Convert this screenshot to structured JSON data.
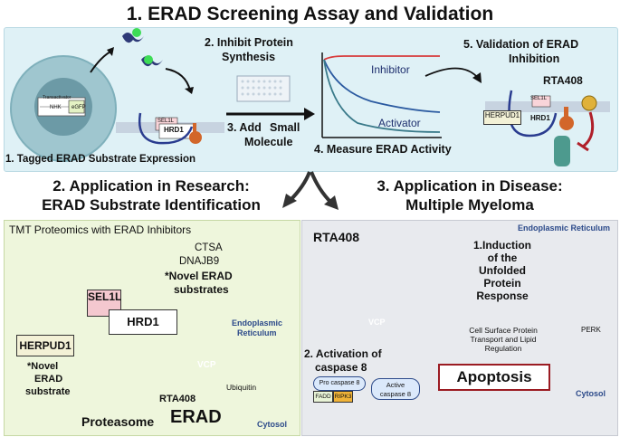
{
  "title": "1.  ERAD Screening Assay and Validation",
  "step1": {
    "label": "1. Tagged ERAD Substrate Expression",
    "transactivator": "Transactivator",
    "nhk": "NHK",
    "egfp": "eGFP",
    "sel1l": "SEL1L",
    "hrd1": "HRD1"
  },
  "step2": {
    "label_line1": "2. Inhibit Protein",
    "label_line2": "Synthesis"
  },
  "step3": {
    "label_line1": "3. Add",
    "label_line2": "Small",
    "label_line3": "Molecule"
  },
  "step4": {
    "label": "4. Measure ERAD Activity",
    "inhibitor": "Inhibitor",
    "activator": "Activator"
  },
  "step5": {
    "label_line1": "5. Validation of ERAD",
    "label_line2": "Inhibition",
    "rta": "RTA408",
    "sel1l": "SEL1L",
    "herpud1": "HERPUD1",
    "hrd1": "HRD1"
  },
  "research": {
    "heading_line1": "2. Application in Research:",
    "heading_line2": "ERAD Substrate Identification",
    "panel_title": "TMT Proteomics with ERAD Inhibitors",
    "ctsa": "CTSA",
    "dnajb9": "DNAJB9",
    "novel1_line1": "*Novel ERAD",
    "novel1_line2": "substrates",
    "sel1l": "SEL1L",
    "hrd1": "HRD1",
    "herpud1": "HERPUD1",
    "novel2_line1": "*Novel",
    "novel2_line2": "ERAD",
    "novel2_line3": "substrate",
    "er_line1": "Endoplasmic",
    "er_line2": "Reticulum",
    "vcp": "VCP",
    "ubiquitin": "Ubiquitin",
    "rta": "RTA408",
    "proteasome": "Proteasome",
    "erad": "ERAD",
    "cytosol": "Cytosol"
  },
  "disease": {
    "heading_line1": "3. Application in Disease:",
    "heading_line2": "Multiple Myeloma",
    "er": "Endoplasmic Reticulum",
    "rta": "RTA408",
    "induction_line1": "1.Induction",
    "induction_line2": "of the",
    "induction_line3": "Unfolded",
    "induction_line4": "Protein",
    "induction_line5": "Response",
    "vcp": "VCP",
    "cell_surface_line1": "Cell Surface Protein",
    "cell_surface_line2": "Transport and Lipid",
    "cell_surface_line3": "Regulation",
    "perk": "PERK",
    "activation_line1": "2. Activation of",
    "activation_line2": "caspase 8",
    "apoptosis": "Apoptosis",
    "pro_casp_line1": "Pro caspase 8",
    "fadd": "FADD",
    "ripk3": "RIPK3",
    "active_casp_line1": "Active",
    "active_casp_line2": "caspase 8",
    "cytosol": "Cytosol"
  },
  "colors": {
    "top_bg": "#dff1f6",
    "research_bg": "#eef6dc",
    "disease_bg": "#e8eaee",
    "red": "#b0202a",
    "er_blue": "#2c4a8a",
    "hrd1_orange": "#d2662a"
  }
}
